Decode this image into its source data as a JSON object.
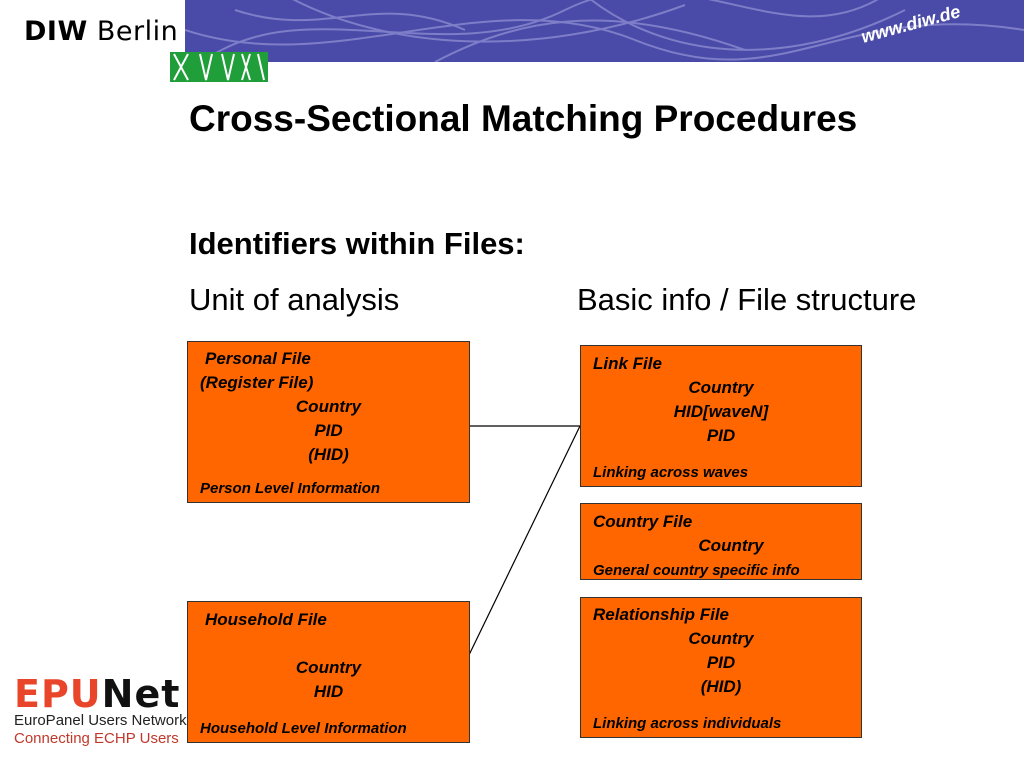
{
  "header": {
    "logo_bold": "DIW",
    "logo_regular": "Berlin",
    "url": "www.diw.de"
  },
  "title": "Cross-Sectional Matching Procedures",
  "subtitle": "Identifiers within Files:",
  "columns": {
    "left": "Unit of analysis",
    "right": "Basic info / File structure"
  },
  "boxes": {
    "personal": {
      "title": "Personal File",
      "line2": "(Register File)",
      "ids": [
        "Country",
        "PID",
        "(HID)"
      ],
      "note": "Person Level Information"
    },
    "household": {
      "title": "Household File",
      "ids": [
        "Country",
        "HID"
      ],
      "note": "Household Level Information"
    },
    "link": {
      "title": "Link File",
      "ids": [
        "Country",
        "HID[waveN]",
        "PID"
      ],
      "note": "Linking across waves"
    },
    "country": {
      "title": "Country File",
      "ids": [
        "Country"
      ],
      "note": "General country specific info"
    },
    "relationship": {
      "title": "Relationship File",
      "ids": [
        "Country",
        "PID",
        "(HID)"
      ],
      "note": "Linking across individuals"
    }
  },
  "footer_logo": {
    "name_part1": "EPU",
    "name_part2": "Net",
    "line1": "EuroPanel Users Network",
    "line2": "Connecting ECHP Users"
  },
  "colors": {
    "box_fill": "#ff6600",
    "banner": "#4a4aa8",
    "green": "#1f9e3a"
  }
}
